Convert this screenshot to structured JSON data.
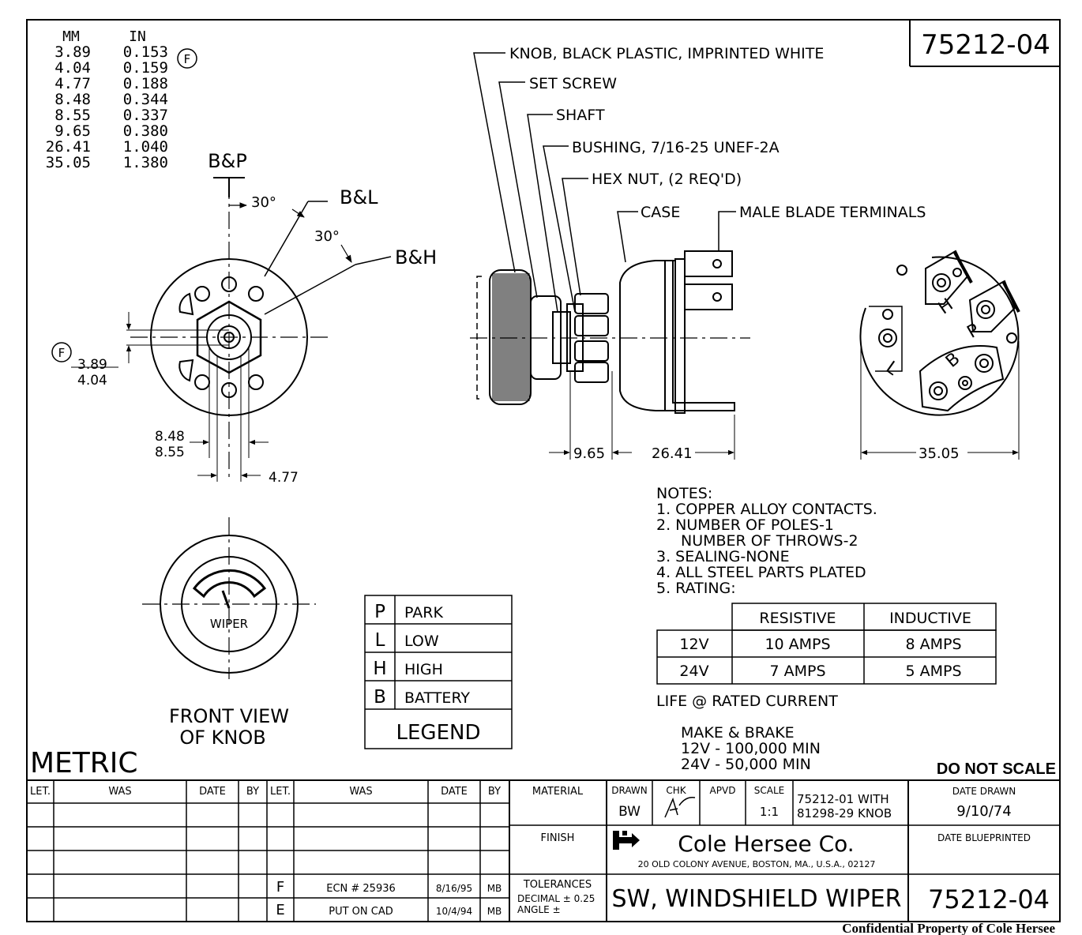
{
  "part_number": "75212-04",
  "conversion_table": {
    "header_mm": "MM",
    "header_in": "IN",
    "rows": [
      [
        "3.89",
        "0.153"
      ],
      [
        "4.04",
        "0.159"
      ],
      [
        "4.77",
        "0.188"
      ],
      [
        "8.48",
        "0.344"
      ],
      [
        "8.55",
        "0.337"
      ],
      [
        "9.65",
        "0.380"
      ],
      [
        "26.41",
        "1.040"
      ],
      [
        "35.05",
        "1.380"
      ]
    ],
    "flag": "F"
  },
  "front_view": {
    "label_bp": "B&P",
    "label_bl": "B&L",
    "label_bh": "B&H",
    "angle_1": "30°",
    "angle_2": "30°",
    "flag": "F",
    "dim_389": "3.89",
    "dim_404": "4.04",
    "dim_848": "8.48",
    "dim_855": "8.55",
    "dim_477": "4.77"
  },
  "side_view": {
    "callouts": {
      "knob": "KNOB, BLACK PLASTIC, IMPRINTED WHITE",
      "set_screw": "SET SCREW",
      "shaft": "SHAFT",
      "bushing": "BUSHING, 7/16-25 UNEF-2A",
      "hex_nut": "HEX NUT, (2 REQ'D)",
      "case": "CASE",
      "terminals": "MALE BLADE TERMINALS"
    },
    "dim_965": "9.65",
    "dim_2641": "26.41"
  },
  "rear_view": {
    "letters": [
      "P",
      "H",
      "L",
      "B"
    ],
    "dim_3505": "35.05"
  },
  "knob_view": {
    "knob_text": "WIPER",
    "caption_line1": "FRONT VIEW",
    "caption_line2": "OF KNOB"
  },
  "legend": {
    "rows": [
      {
        "code": "P",
        "meaning": "PARK"
      },
      {
        "code": "L",
        "meaning": "LOW"
      },
      {
        "code": "H",
        "meaning": "HIGH"
      },
      {
        "code": "B",
        "meaning": "BATTERY"
      }
    ],
    "title": "LEGEND"
  },
  "notes": {
    "heading": "NOTES:",
    "lines": [
      "1. COPPER ALLOY CONTACTS.",
      "2. NUMBER OF POLES-1",
      "NUMBER OF THROWS-2",
      "3. SEALING-NONE",
      "4. ALL STEEL PARTS PLATED",
      "5. RATING:"
    ],
    "rating_table": {
      "headers": [
        "",
        "RESISTIVE",
        "INDUCTIVE"
      ],
      "rows": [
        [
          "12V",
          "10 AMPS",
          "8 AMPS"
        ],
        [
          "24V",
          "7 AMPS",
          "5 AMPS"
        ]
      ]
    },
    "life_line": "LIFE @ RATED CURRENT",
    "make_brake": "MAKE & BRAKE",
    "life_12v": "12V - 100,000 MIN",
    "life_24v": "24V - 50,000 MIN"
  },
  "metric_label": "METRIC",
  "do_not_scale": "DO NOT SCALE",
  "title_block": {
    "rev_headers": [
      "LET.",
      "WAS",
      "DATE",
      "BY",
      "LET.",
      "WAS",
      "DATE",
      "BY"
    ],
    "revisions": [
      {
        "let": "F",
        "was": "ECN # 25936",
        "date": "8/16/95",
        "by": "MB"
      },
      {
        "let": "E",
        "was": "PUT ON CAD",
        "date": "10/4/94",
        "by": "MB"
      }
    ],
    "material": "MATERIAL",
    "finish": "FINISH",
    "tolerances": "TOLERANCES",
    "decimal": "DECIMAL ± 0.25",
    "angle": "ANGLE ±",
    "drawn_label": "DRAWN",
    "drawn_value": "BW",
    "chk_label": "CHK",
    "apvd_label": "APVD",
    "scale_label": "SCALE",
    "scale_value": "1:1",
    "ref_line1": "75212-01 WITH",
    "ref_line2": "81298-29 KNOB",
    "date_drawn_label": "DATE DRAWN",
    "date_drawn_value": "9/10/74",
    "date_blueprinted_label": "DATE BLUEPRINTED",
    "company": "Cole Hersee Co.",
    "address": "20 OLD COLONY AVENUE, BOSTON, MA., U.S.A., 02127",
    "title": "SW, WINDSHIELD WIPER",
    "part_number": "75212-04"
  },
  "confidential": "Confidential Property of Cole Hersee"
}
